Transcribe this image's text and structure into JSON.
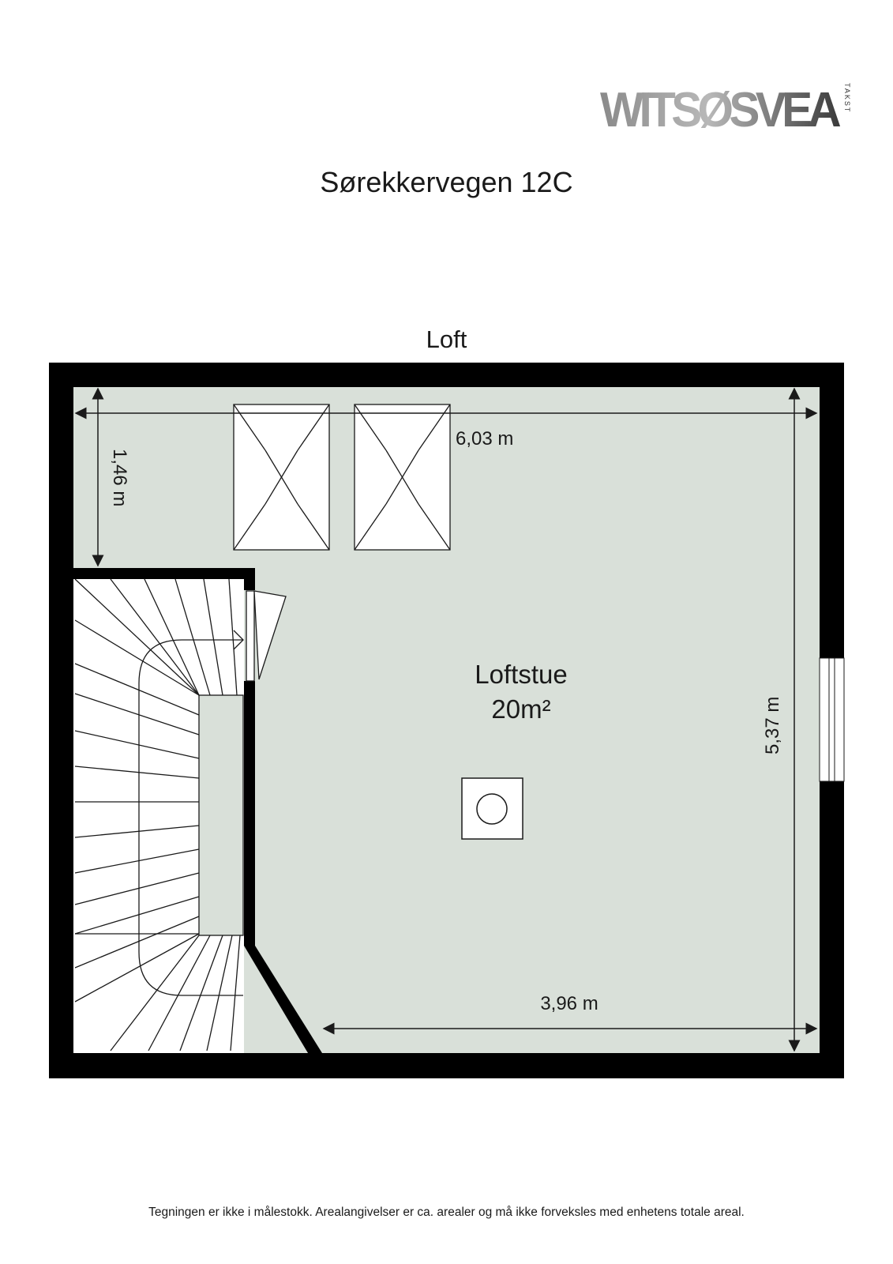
{
  "logo": {
    "text": "WITSØSVEA",
    "subtext": "TAKST"
  },
  "address": "Sørekkervegen 12C",
  "floor": "Loft",
  "room": {
    "name": "Loftstue",
    "area": "20m²"
  },
  "dimensions": {
    "top_width": "6,03 m",
    "left_height": "1,46 m",
    "right_height": "5,37 m",
    "bottom_width": "3,96 m"
  },
  "disclaimer": "Tegningen er ikke i målestokk. Arealangivelser er ca. arealer og må ikke forveksles med enhetens totale areal.",
  "colors": {
    "wall": "#000000",
    "floor": "#d9e0d9",
    "text": "#1a1a1a"
  }
}
